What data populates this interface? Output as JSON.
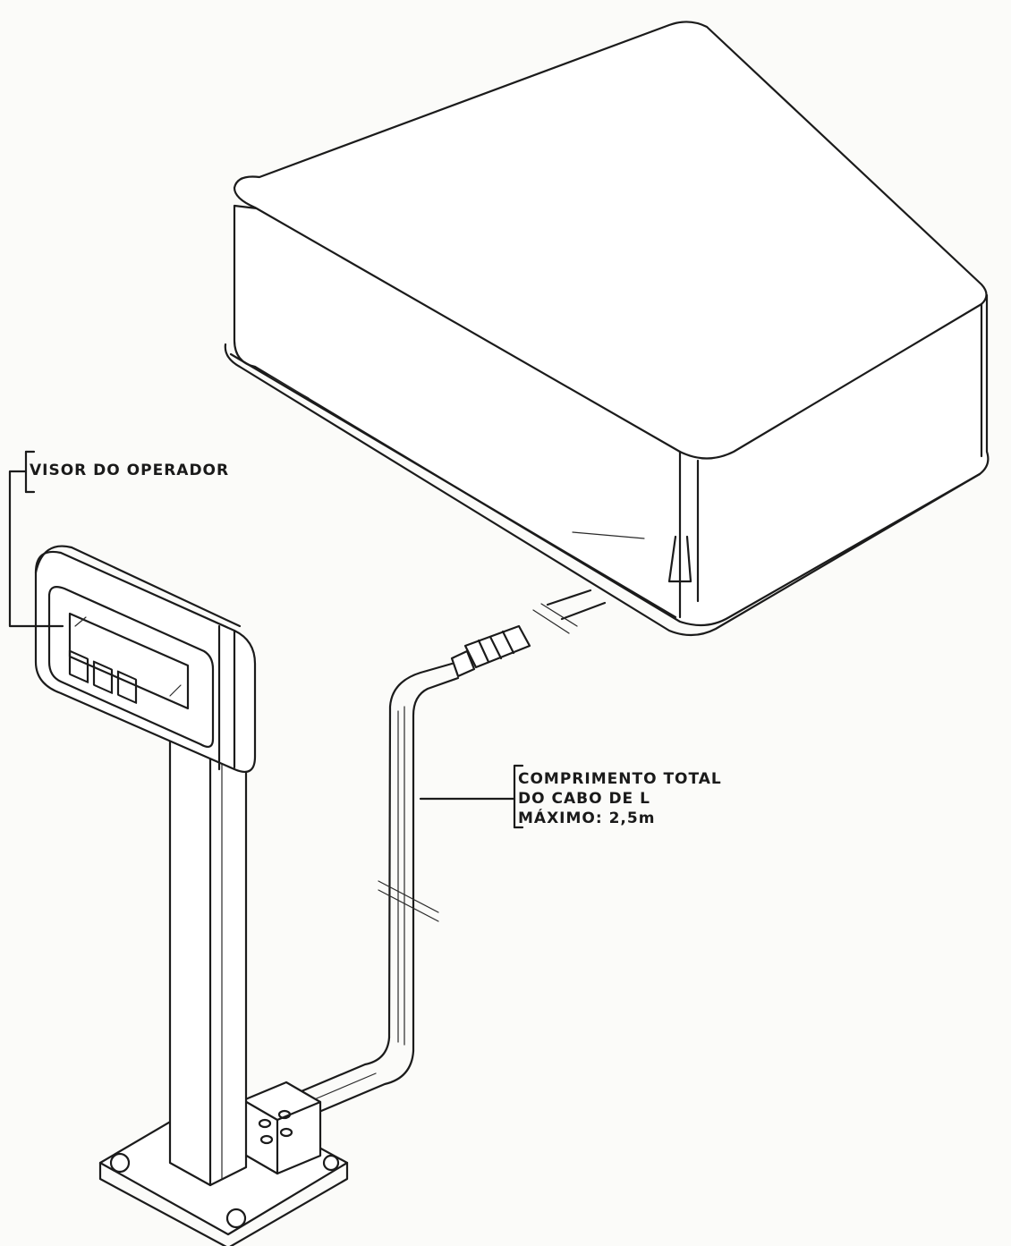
{
  "labels": {
    "display_label": "VISOR DO OPERADOR",
    "cable_label_line1": "COMPRIMENTO TOTAL",
    "cable_label_line2": "DO CABO DE L",
    "cable_label_line3": "MÁXIMO: 2,5m"
  },
  "colors": {
    "ink": "#1b1b1b",
    "paper": "#fbfbf9"
  }
}
